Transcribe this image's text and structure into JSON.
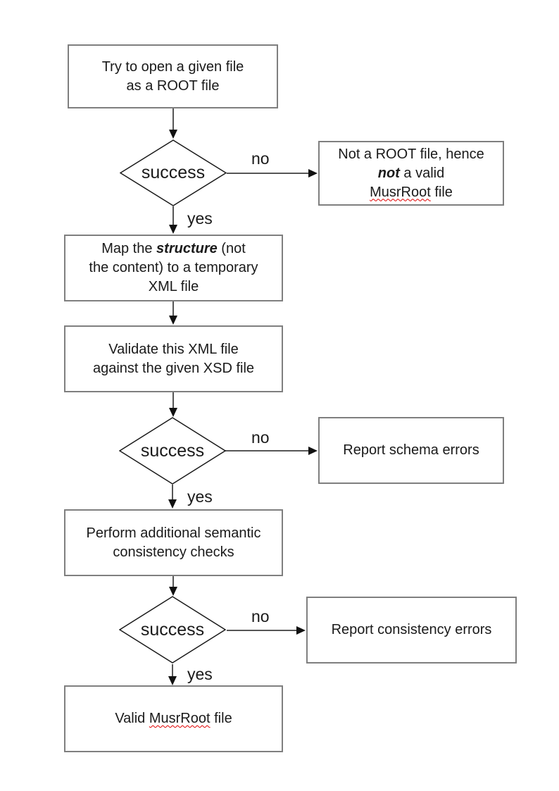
{
  "labels": {
    "decision": "success",
    "no": "no",
    "yes": "yes"
  },
  "nodes": {
    "open": {
      "line1": "Try to open a given file",
      "line2": "as a ROOT file"
    },
    "not_root": {
      "line1": "Not a ROOT file, hence",
      "line2_bold": "not",
      "line2_rest": " a valid",
      "line3_word": "MusrRoot",
      "line3_rest": " file"
    },
    "map": {
      "line1_pre": "Map the ",
      "line1_bold": "structure",
      "line1_post": " (not",
      "line2": "the content) to a temporary",
      "line3": "XML file"
    },
    "validate": {
      "line1": "Validate this XML file",
      "line2": "against the given XSD file"
    },
    "schema_errors": {
      "line1": "Report schema errors"
    },
    "perform": {
      "line1": "Perform additional semantic",
      "line2": "consistency checks"
    },
    "consistency_errors": {
      "line1": "Report consistency errors"
    },
    "valid": {
      "line1_pre": "Valid ",
      "line1_word": "MusrRoot",
      "line1_post": " file"
    }
  },
  "colors": {
    "box_border": "#7f7f7f",
    "diamond_border": "#1a1a1a",
    "arrow_line": "#565656",
    "arrow_head": "#111111",
    "text": "#1a1a1a",
    "misspell_underline": "#e00000"
  }
}
